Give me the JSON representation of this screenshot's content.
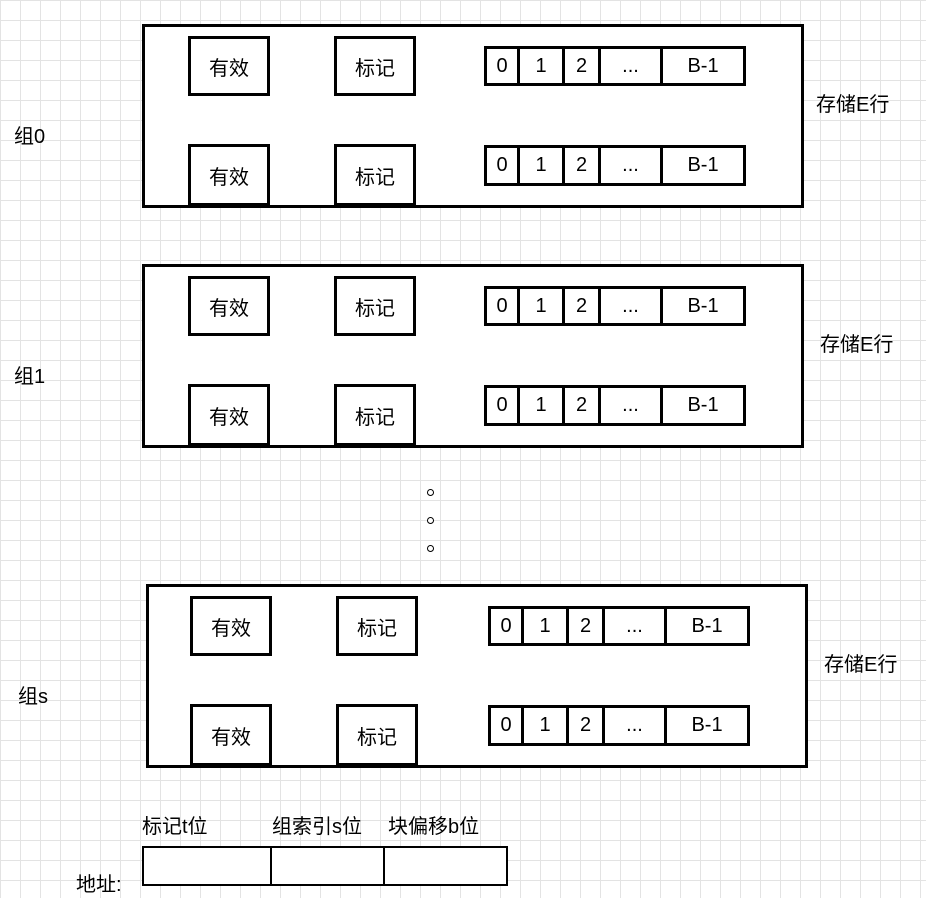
{
  "groups": [
    {
      "label": "组0",
      "stores_label": "存储E行",
      "lines": [
        {
          "valid": "有效",
          "tag": "标记",
          "blocks": [
            "0",
            "1",
            "2",
            "...",
            "B-1"
          ]
        },
        {
          "valid": "有效",
          "tag": "标记",
          "blocks": [
            "0",
            "1",
            "2",
            "...",
            "B-1"
          ]
        }
      ]
    },
    {
      "label": "组1",
      "stores_label": "存储E行",
      "lines": [
        {
          "valid": "有效",
          "tag": "标记",
          "blocks": [
            "0",
            "1",
            "2",
            "...",
            "B-1"
          ]
        },
        {
          "valid": "有效",
          "tag": "标记",
          "blocks": [
            "0",
            "1",
            "2",
            "...",
            "B-1"
          ]
        }
      ]
    },
    {
      "label": "组s",
      "stores_label": "存储E行",
      "lines": [
        {
          "valid": "有效",
          "tag": "标记",
          "blocks": [
            "0",
            "1",
            "2",
            "...",
            "B-1"
          ]
        },
        {
          "valid": "有效",
          "tag": "标记",
          "blocks": [
            "0",
            "1",
            "2",
            "...",
            "B-1"
          ]
        }
      ]
    }
  ],
  "address": {
    "label": "地址:",
    "fields": [
      "标记t位",
      "组索引s位",
      "块偏移b位"
    ]
  }
}
